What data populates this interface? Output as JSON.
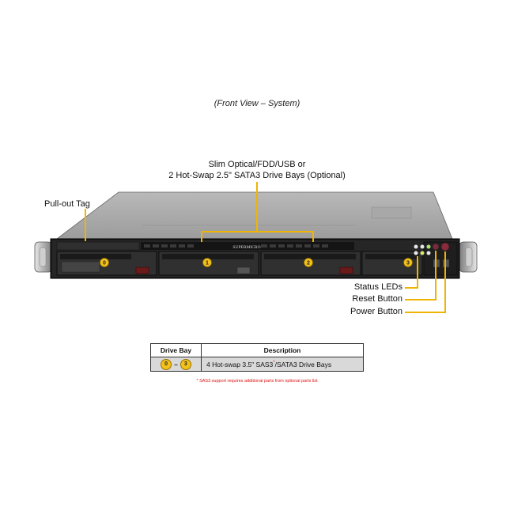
{
  "caption": "(Front View – System)",
  "callouts": {
    "optical_line1": "Slim Optical/FDD/USB or",
    "optical_line2": "2 Hot-Swap 2.5\" SATA3 Drive Bays (Optional)",
    "pullout_tag": "Pull-out Tag",
    "status_leds": "Status LEDs",
    "reset_button": "Reset Button",
    "power_button": "Power Button"
  },
  "chassis": {
    "logo": "SUPERMICRO",
    "bays": [
      "0",
      "1",
      "2",
      "3"
    ],
    "callout_color": "#f0b400"
  },
  "table": {
    "headers": [
      "Drive Bay",
      "Description"
    ],
    "row": {
      "bay_from": "0",
      "bay_dash": "–",
      "bay_to": "3",
      "desc_part1": "4 Hot-swap 3.5\" SAS3",
      "desc_mark": "*",
      "desc_part2": "/SATA3 Drive Bays"
    }
  },
  "footnote": "* SAS3 support requires additional parts from optional parts list"
}
